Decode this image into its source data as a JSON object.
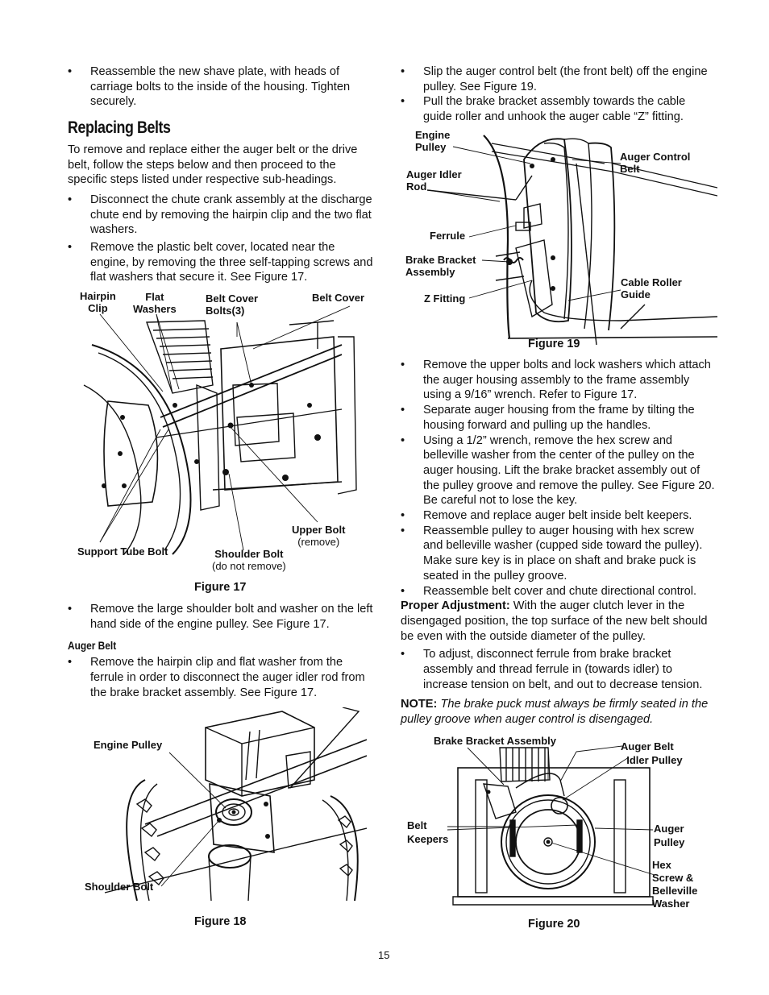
{
  "left_column": {
    "intro_bullets": [
      "Reassemble the new shave plate, with heads of carriage bolts to the inside of the housing. Tighten securely."
    ],
    "section_title": "Replacing Belts",
    "section_intro": "To remove and replace either the auger belt or the drive belt, follow the steps below and then proceed to the specific steps listed under respective sub-headings.",
    "section_bullets": [
      "Disconnect the chute crank assembly at the discharge chute end by removing the hairpin clip and the two flat washers.",
      "Remove the plastic belt cover, located near the engine, by removing the three self-tapping screws and flat washers that secure it. See Figure 17."
    ],
    "after_fig17_bullets": [
      "Remove the large shoulder bolt and washer on the left hand side of the engine pulley. See Figure 17."
    ],
    "auger_belt_heading": "Auger Belt",
    "auger_belt_bullets": [
      "Remove the hairpin clip and flat washer from the ferrule in order to disconnect the auger idler rod from the brake bracket assembly. See Figure 17."
    ]
  },
  "right_column": {
    "top_bullets": [
      "Slip the auger control belt (the front belt) off the engine pulley. See Figure 19.",
      "Pull the brake bracket assembly towards the cable guide roller and unhook the auger cable “Z” fitting."
    ],
    "after_fig19_bullets": [
      "Remove the upper bolts and lock washers which attach the auger housing assembly to the frame assembly using a 9/16” wrench. Refer to Figure 17.",
      "Separate auger housing from the frame by tilting the housing forward and pulling up the handles.",
      "Using a 1/2” wrench, remove the hex screw and belleville washer from the center of the pulley on the auger housing. Lift the brake bracket assembly out of the pulley groove and remove the pulley. See Figure 20. Be careful not to lose the key.",
      "Remove and replace auger belt inside belt keepers.",
      "Reassemble pulley to auger housing with hex screw and belleville washer (cupped side toward the pulley). Make sure key is in place on shaft and brake puck is seated in the pulley groove.",
      "Reassemble belt cover and chute directional control."
    ],
    "proper_adjustment_label": "Proper Adjustment:",
    "proper_adjustment_text": " With the auger clutch lever in the disengaged position, the top surface of the new belt should be even with the outside diameter of the pulley.",
    "adjust_bullets": [
      "To adjust, disconnect ferrule from brake bracket assembly and thread ferrule in (towards idler) to increase tension on belt, and out to decrease tension."
    ],
    "note_label": "NOTE:",
    "note_text": " The brake puck must always be firmly seated in the pulley groove when auger control is disengaged."
  },
  "figure17": {
    "caption": "Figure 17",
    "labels": {
      "hairpin_clip": "Hairpin\nClip",
      "flat_washers": "Flat\nWashers",
      "belt_cover_bolts": "Belt Cover\nBolts(3)",
      "belt_cover": "Belt Cover",
      "upper_bolt": "Upper Bolt",
      "upper_bolt_note": "(remove)",
      "support_tube_bolt": "Support Tube Bolt",
      "shoulder_bolt": "Shoulder Bolt",
      "shoulder_bolt_note": "(do not remove)"
    }
  },
  "figure18": {
    "caption": "Figure 18",
    "labels": {
      "engine_pulley": "Engine Pulley",
      "shoulder_bolt": "Shoulder Bolt"
    }
  },
  "figure19": {
    "caption": "Figure 19",
    "labels": {
      "engine_pulley": "Engine\nPulley",
      "auger_control_belt": "Auger Control\nBelt",
      "auger_idler_rod": "Auger Idler\nRod",
      "ferrule": "Ferrule",
      "brake_bracket_assembly": "Brake Bracket\nAssembly",
      "cable_roller_guide": "Cable Roller\nGuide",
      "z_fitting": "Z Fitting"
    }
  },
  "figure20": {
    "caption": "Figure 20",
    "labels": {
      "brake_bracket_assembly": "Brake Bracket Assembly",
      "auger_belt_idler_pulley": "Auger Belt\n  Idler Pulley",
      "belt_keepers": "Belt\nKeepers",
      "auger_pulley": "Auger\nPulley",
      "hex_screw": "Hex\nScrew &\nBelleville\nWasher"
    }
  },
  "page_number": "15"
}
